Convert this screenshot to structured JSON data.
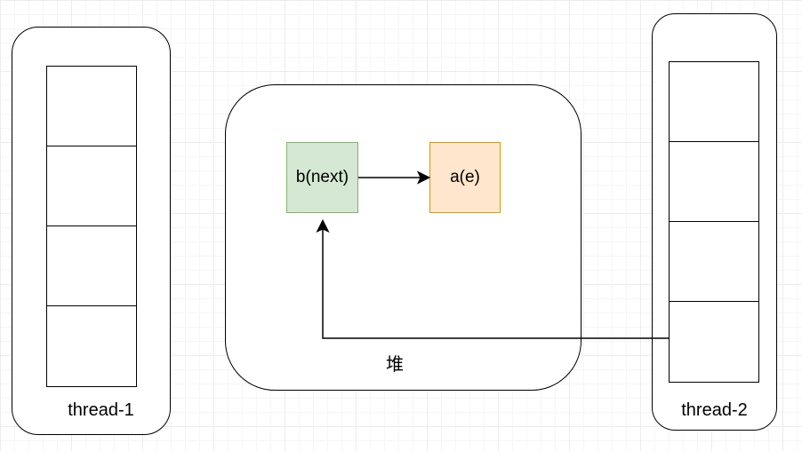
{
  "containers": {
    "thread1": {
      "label": "thread-1",
      "cells": 4
    },
    "heap": {
      "label": "堆"
    },
    "thread2": {
      "label": "thread-2",
      "cells": 4
    }
  },
  "nodes": {
    "b": {
      "label": "b(next)",
      "fill": "#d5e8d4",
      "stroke": "#82b366"
    },
    "a": {
      "label": "a(e)",
      "fill": "#ffe6cc",
      "stroke": "#d79b00"
    }
  },
  "edges": [
    {
      "from": "b",
      "to": "a"
    },
    {
      "from": "thread2.cell-4",
      "to": "b"
    }
  ]
}
